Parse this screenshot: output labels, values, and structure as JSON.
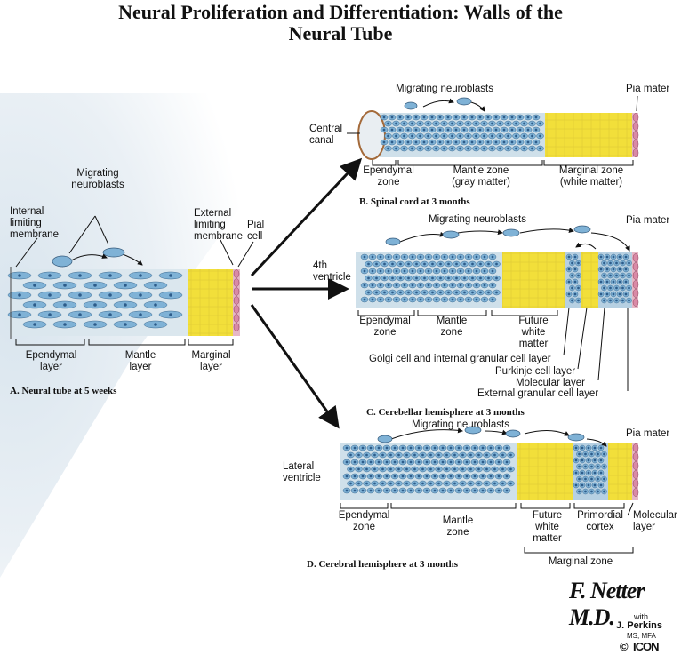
{
  "title_line1": "Neural Proliferation and Differentiation: Walls of the",
  "title_line2": "Neural Tube",
  "panel_a": {
    "caption": "A. Neural tube at 5 weeks",
    "migrating": [
      "Migrating",
      "neuroblasts"
    ],
    "internal": [
      "Internal",
      "limiting",
      "membrane"
    ],
    "external": [
      "External",
      "limiting",
      "membrane"
    ],
    "pial": [
      "Pial",
      "cell"
    ],
    "ependymal": [
      "Ependymal",
      "layer"
    ],
    "mantle": [
      "Mantle",
      "layer"
    ],
    "marginal": [
      "Marginal",
      "layer"
    ]
  },
  "panel_b": {
    "caption": "B. Spinal cord at 3 months",
    "migrating": "Migrating neuroblasts",
    "pia": "Pia mater",
    "central_canal": [
      "Central",
      "canal"
    ],
    "ependymal": [
      "Ependymal",
      "zone"
    ],
    "mantle": [
      "Mantle zone",
      "(gray matter)"
    ],
    "marginal": [
      "Marginal zone",
      "(white matter)"
    ]
  },
  "panel_c": {
    "caption": "C. Cerebellar hemisphere at 3 months",
    "migrating": "Migrating neuroblasts",
    "pia": "Pia mater",
    "ventricle": [
      "4th",
      "ventricle"
    ],
    "ependymal": [
      "Ependymal",
      "zone"
    ],
    "mantle": [
      "Mantle",
      "zone"
    ],
    "future_white": [
      "Future",
      "white",
      "matter"
    ],
    "golgi": "Golgi cell and internal granular cell layer",
    "purkinje": "Purkinje cell layer",
    "molecular": "Molecular layer",
    "external_granular": "External granular cell layer"
  },
  "panel_d": {
    "caption": "D. Cerebral hemisphere at 3 months",
    "migrating": "Migrating neuroblasts",
    "pia": "Pia mater",
    "ventricle": [
      "Lateral",
      "ventricle"
    ],
    "ependymal": [
      "Ependymal",
      "zone"
    ],
    "mantle": [
      "Mantle",
      "zone"
    ],
    "future_white": [
      "Future",
      "white",
      "matter"
    ],
    "primordial": [
      "Primordial",
      "cortex"
    ],
    "molecular": [
      "Molecular",
      "layer"
    ],
    "marginal_zone": "Marginal zone"
  },
  "signature": {
    "name": "F. Netter M.D.",
    "with": "with",
    "coauthor": "J. Perkins",
    "credentials": "MS, MFA",
    "copyright": "©",
    "brand": "ICON"
  },
  "colors": {
    "blue_cells": "#7fb2d6",
    "nucleus": "#2d5c8a",
    "yellow_zone": "#f2df3a",
    "pink_pia": "#d98aa6",
    "bg_glow": "#dfe9f1"
  }
}
